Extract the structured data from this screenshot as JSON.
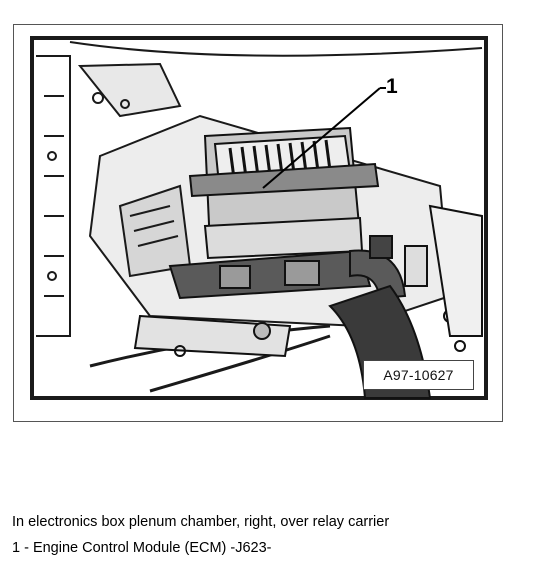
{
  "figure": {
    "callout_number": "1",
    "reference_code": "A97-10627"
  },
  "caption": {
    "location_text": "In electronics box plenum chamber, right, over relay carrier",
    "item_1_text": "1 - Engine Control Module (ECM) -J623-"
  }
}
